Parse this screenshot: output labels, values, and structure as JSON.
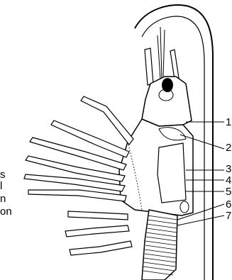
{
  "left_labels": [
    "s",
    "l",
    "n",
    "on"
  ],
  "callout_numbers": [
    "1",
    "2",
    "3",
    "4",
    "5",
    "6",
    "7"
  ],
  "colors": {
    "ink": "#000000",
    "paper": "#ffffff",
    "stipple": "#555555"
  }
}
